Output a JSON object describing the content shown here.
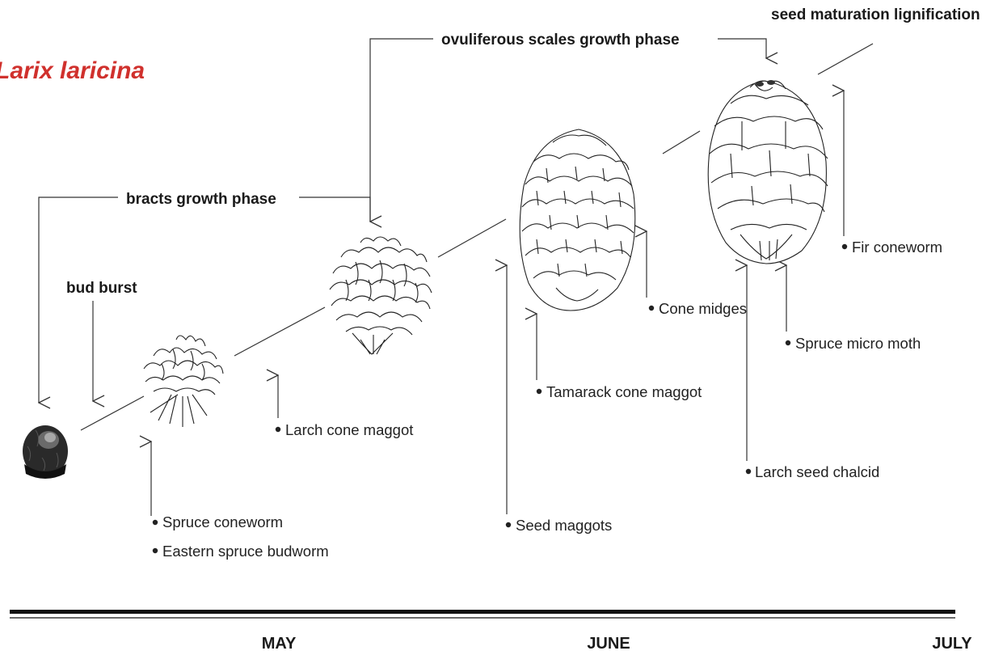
{
  "title": "Larix laricina",
  "colors": {
    "title": "#d0312d",
    "ink": "#222222",
    "background": "#ffffff"
  },
  "phases": {
    "bud_burst": "bud burst",
    "bracts": "bracts growth phase",
    "ovuliferous": "ovuliferous scales growth phase",
    "seed": "seed maturation lignification"
  },
  "pests": [
    "Spruce coneworm",
    "Eastern spruce budworm",
    "Larch cone maggot",
    "Seed maggots",
    "Tamarack cone maggot",
    "Cone midges",
    "Larch seed chalcid",
    "Spruce micro moth",
    "Fir coneworm"
  ],
  "months": [
    "MAY",
    "JUNE",
    "JULY"
  ],
  "stages": [
    "bud",
    "early-cone",
    "flowering-cone",
    "growing-cone",
    "mature-cone"
  ]
}
